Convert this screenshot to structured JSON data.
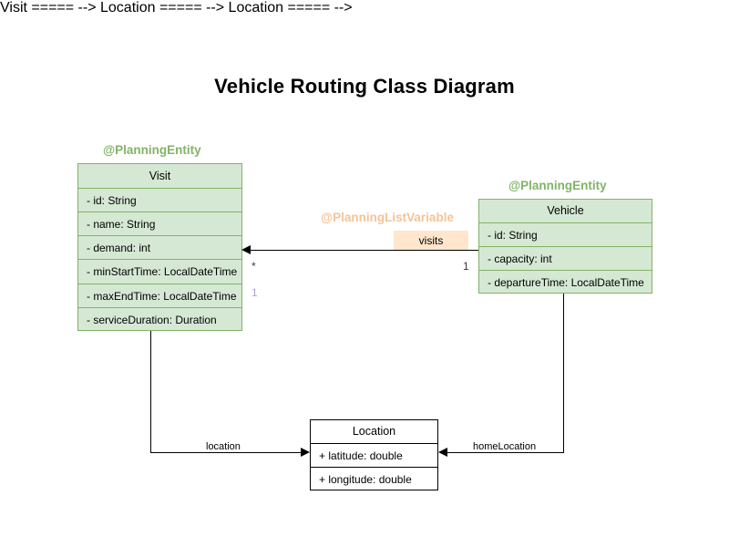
{
  "diagram": {
    "title": "Vehicle Routing Class Diagram",
    "background": "#ffffff",
    "entity_fill": "#d5e8d4",
    "entity_border": "#82b366",
    "plain_fill": "#ffffff",
    "plain_border": "#000000",
    "stereotype_entity_color": "#82b366",
    "stereotype_listvariable_color": "#f5c396",
    "label_box_fill": "#ffe6cc",
    "multiplicity_accent_color": "#b39ddb",
    "line_color": "#000000"
  },
  "classes": [
    {
      "id": "visit",
      "name": "Visit",
      "stereotype": "@PlanningEntity",
      "attributes": [
        "- id: String",
        "- name: String",
        "- demand: int",
        "- minStartTime: LocalDateTime",
        "- maxEndTime: LocalDateTime",
        "- serviceDuration: Duration"
      ]
    },
    {
      "id": "vehicle",
      "name": "Vehicle",
      "stereotype": "@PlanningEntity",
      "attributes": [
        "- id: String",
        "- capacity: int",
        "- departureTime: LocalDateTime"
      ]
    },
    {
      "id": "location",
      "name": "Location",
      "stereotype": "",
      "attributes": [
        "+ latitude: double",
        "+ longitude: double"
      ]
    }
  ],
  "relationships": [
    {
      "id": "vehicle-visits",
      "from": "Vehicle",
      "to": "Visit",
      "label": "visits",
      "stereotype": "@PlanningListVariable",
      "source_multiplicity": "1",
      "target_multiplicity": "*",
      "inverse_multiplicity": "1"
    },
    {
      "id": "visit-location",
      "from": "Visit",
      "to": "Location",
      "label": "location"
    },
    {
      "id": "vehicle-homelocation",
      "from": "Vehicle",
      "to": "Location",
      "label": "homeLocation"
    }
  ]
}
